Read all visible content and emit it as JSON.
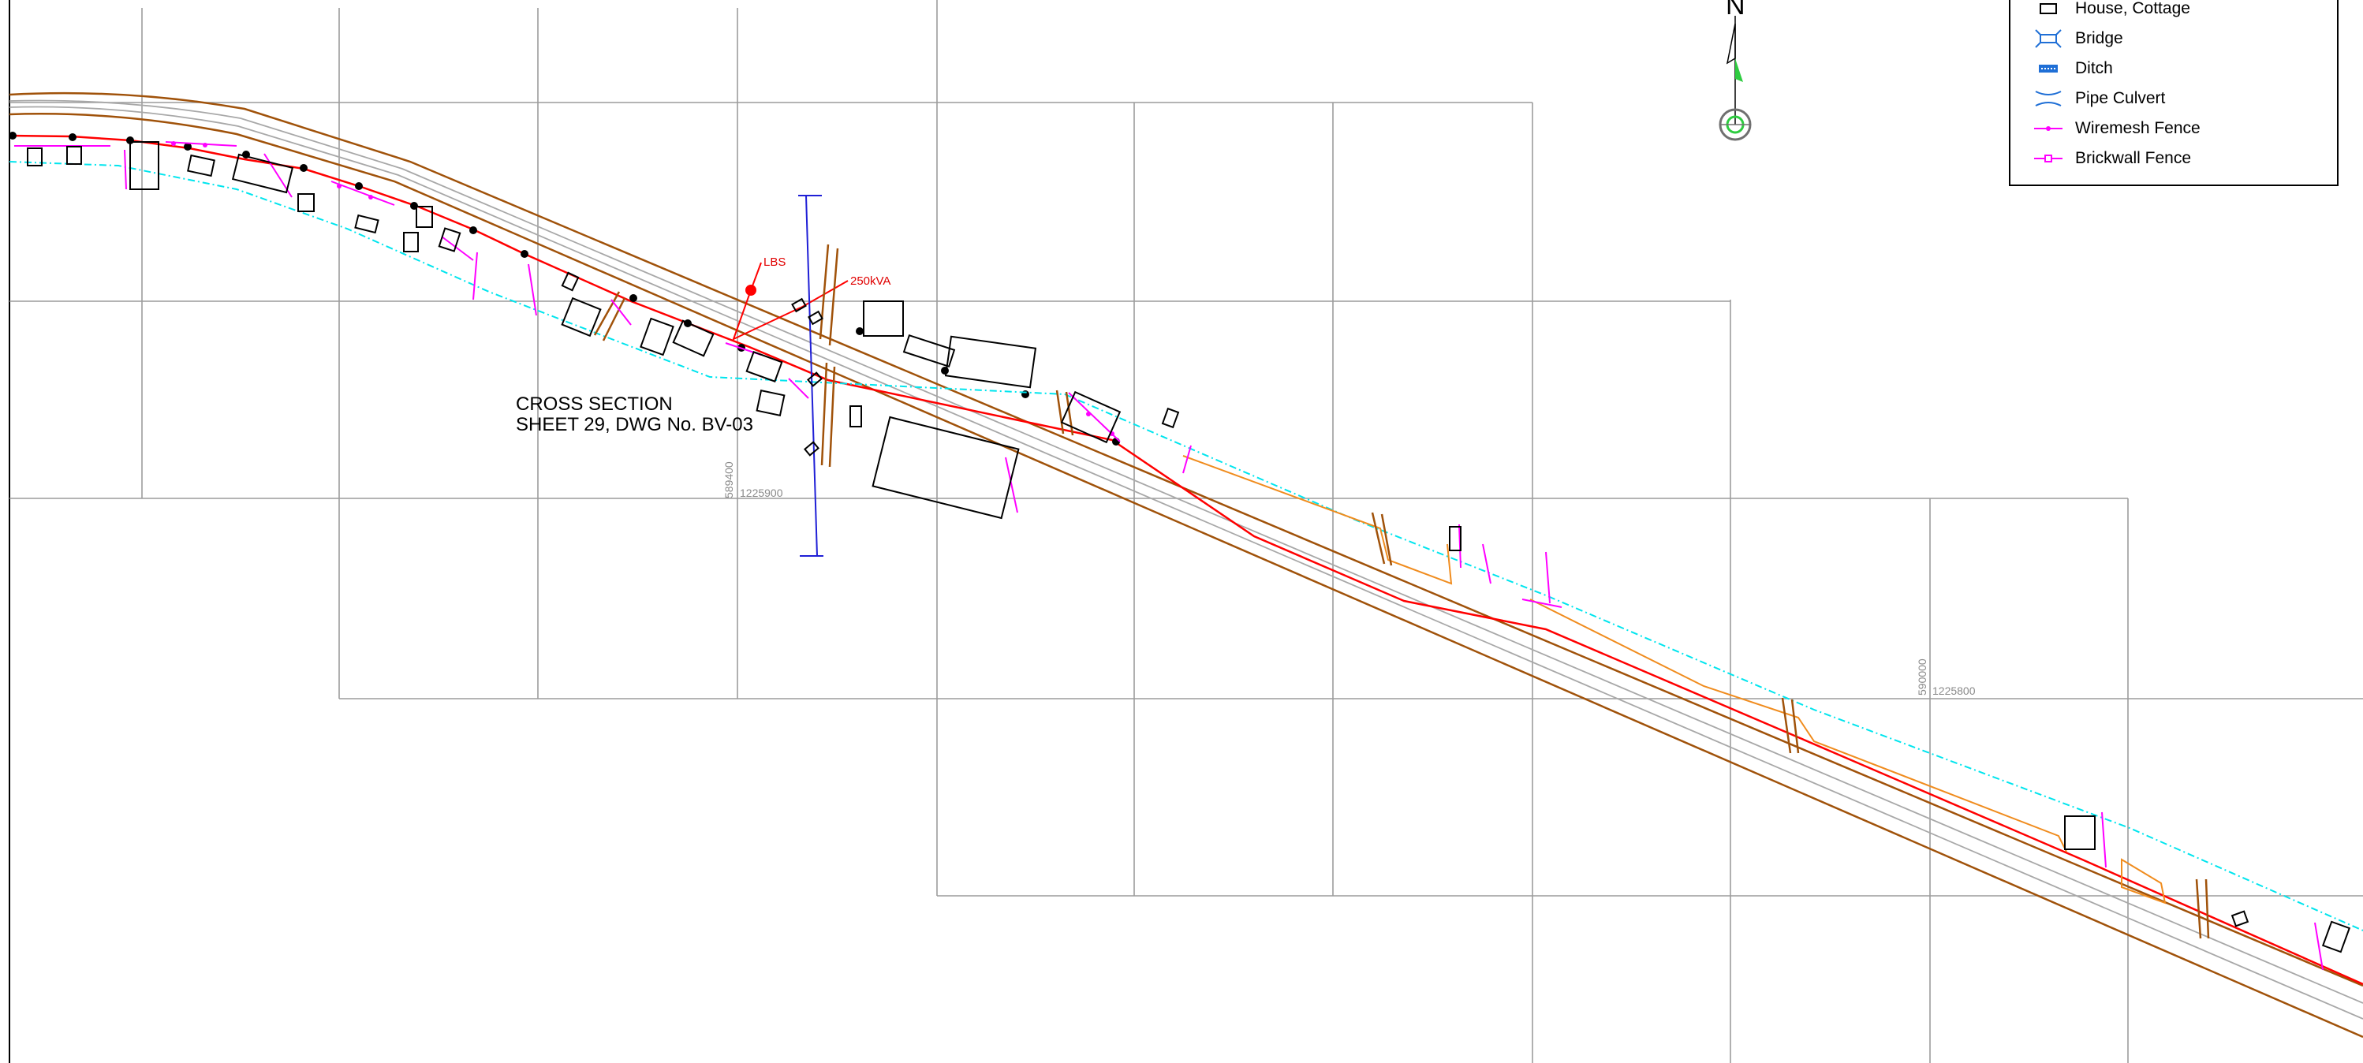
{
  "legend": {
    "items": [
      {
        "label": "House, Cottage",
        "icon": "house-icon"
      },
      {
        "label": "Bridge",
        "icon": "bridge-icon"
      },
      {
        "label": "Ditch",
        "icon": "ditch-icon"
      },
      {
        "label": "Pipe Culvert",
        "icon": "pipe-culvert-icon"
      },
      {
        "label": "Wiremesh Fence",
        "icon": "wiremesh-fence-icon"
      },
      {
        "label": "Brickwall Fence",
        "icon": "brickwall-fence-icon"
      }
    ]
  },
  "north_arrow": {
    "letter": "N"
  },
  "cross_section": {
    "line1": "CROSS SECTION",
    "line2": "SHEET 29, DWG No. BV-03"
  },
  "labels": {
    "lbs": "LBS",
    "transformer": "250kVA"
  },
  "grid_labels": {
    "north_a": "589400",
    "east_a": "1225900",
    "north_b": "590000",
    "east_b": "1225800"
  },
  "colors": {
    "road_edge": "#a0520a",
    "road_center": "#a8a8a8",
    "power_line": "#ff0000",
    "ditch": "#00e5ee",
    "fence": "#ff00ff",
    "section_line": "#1f1fd6",
    "orange_boundary": "#f08c1e",
    "grid": "#9c9c9c",
    "north_arrow_green": "#2ecc40"
  }
}
